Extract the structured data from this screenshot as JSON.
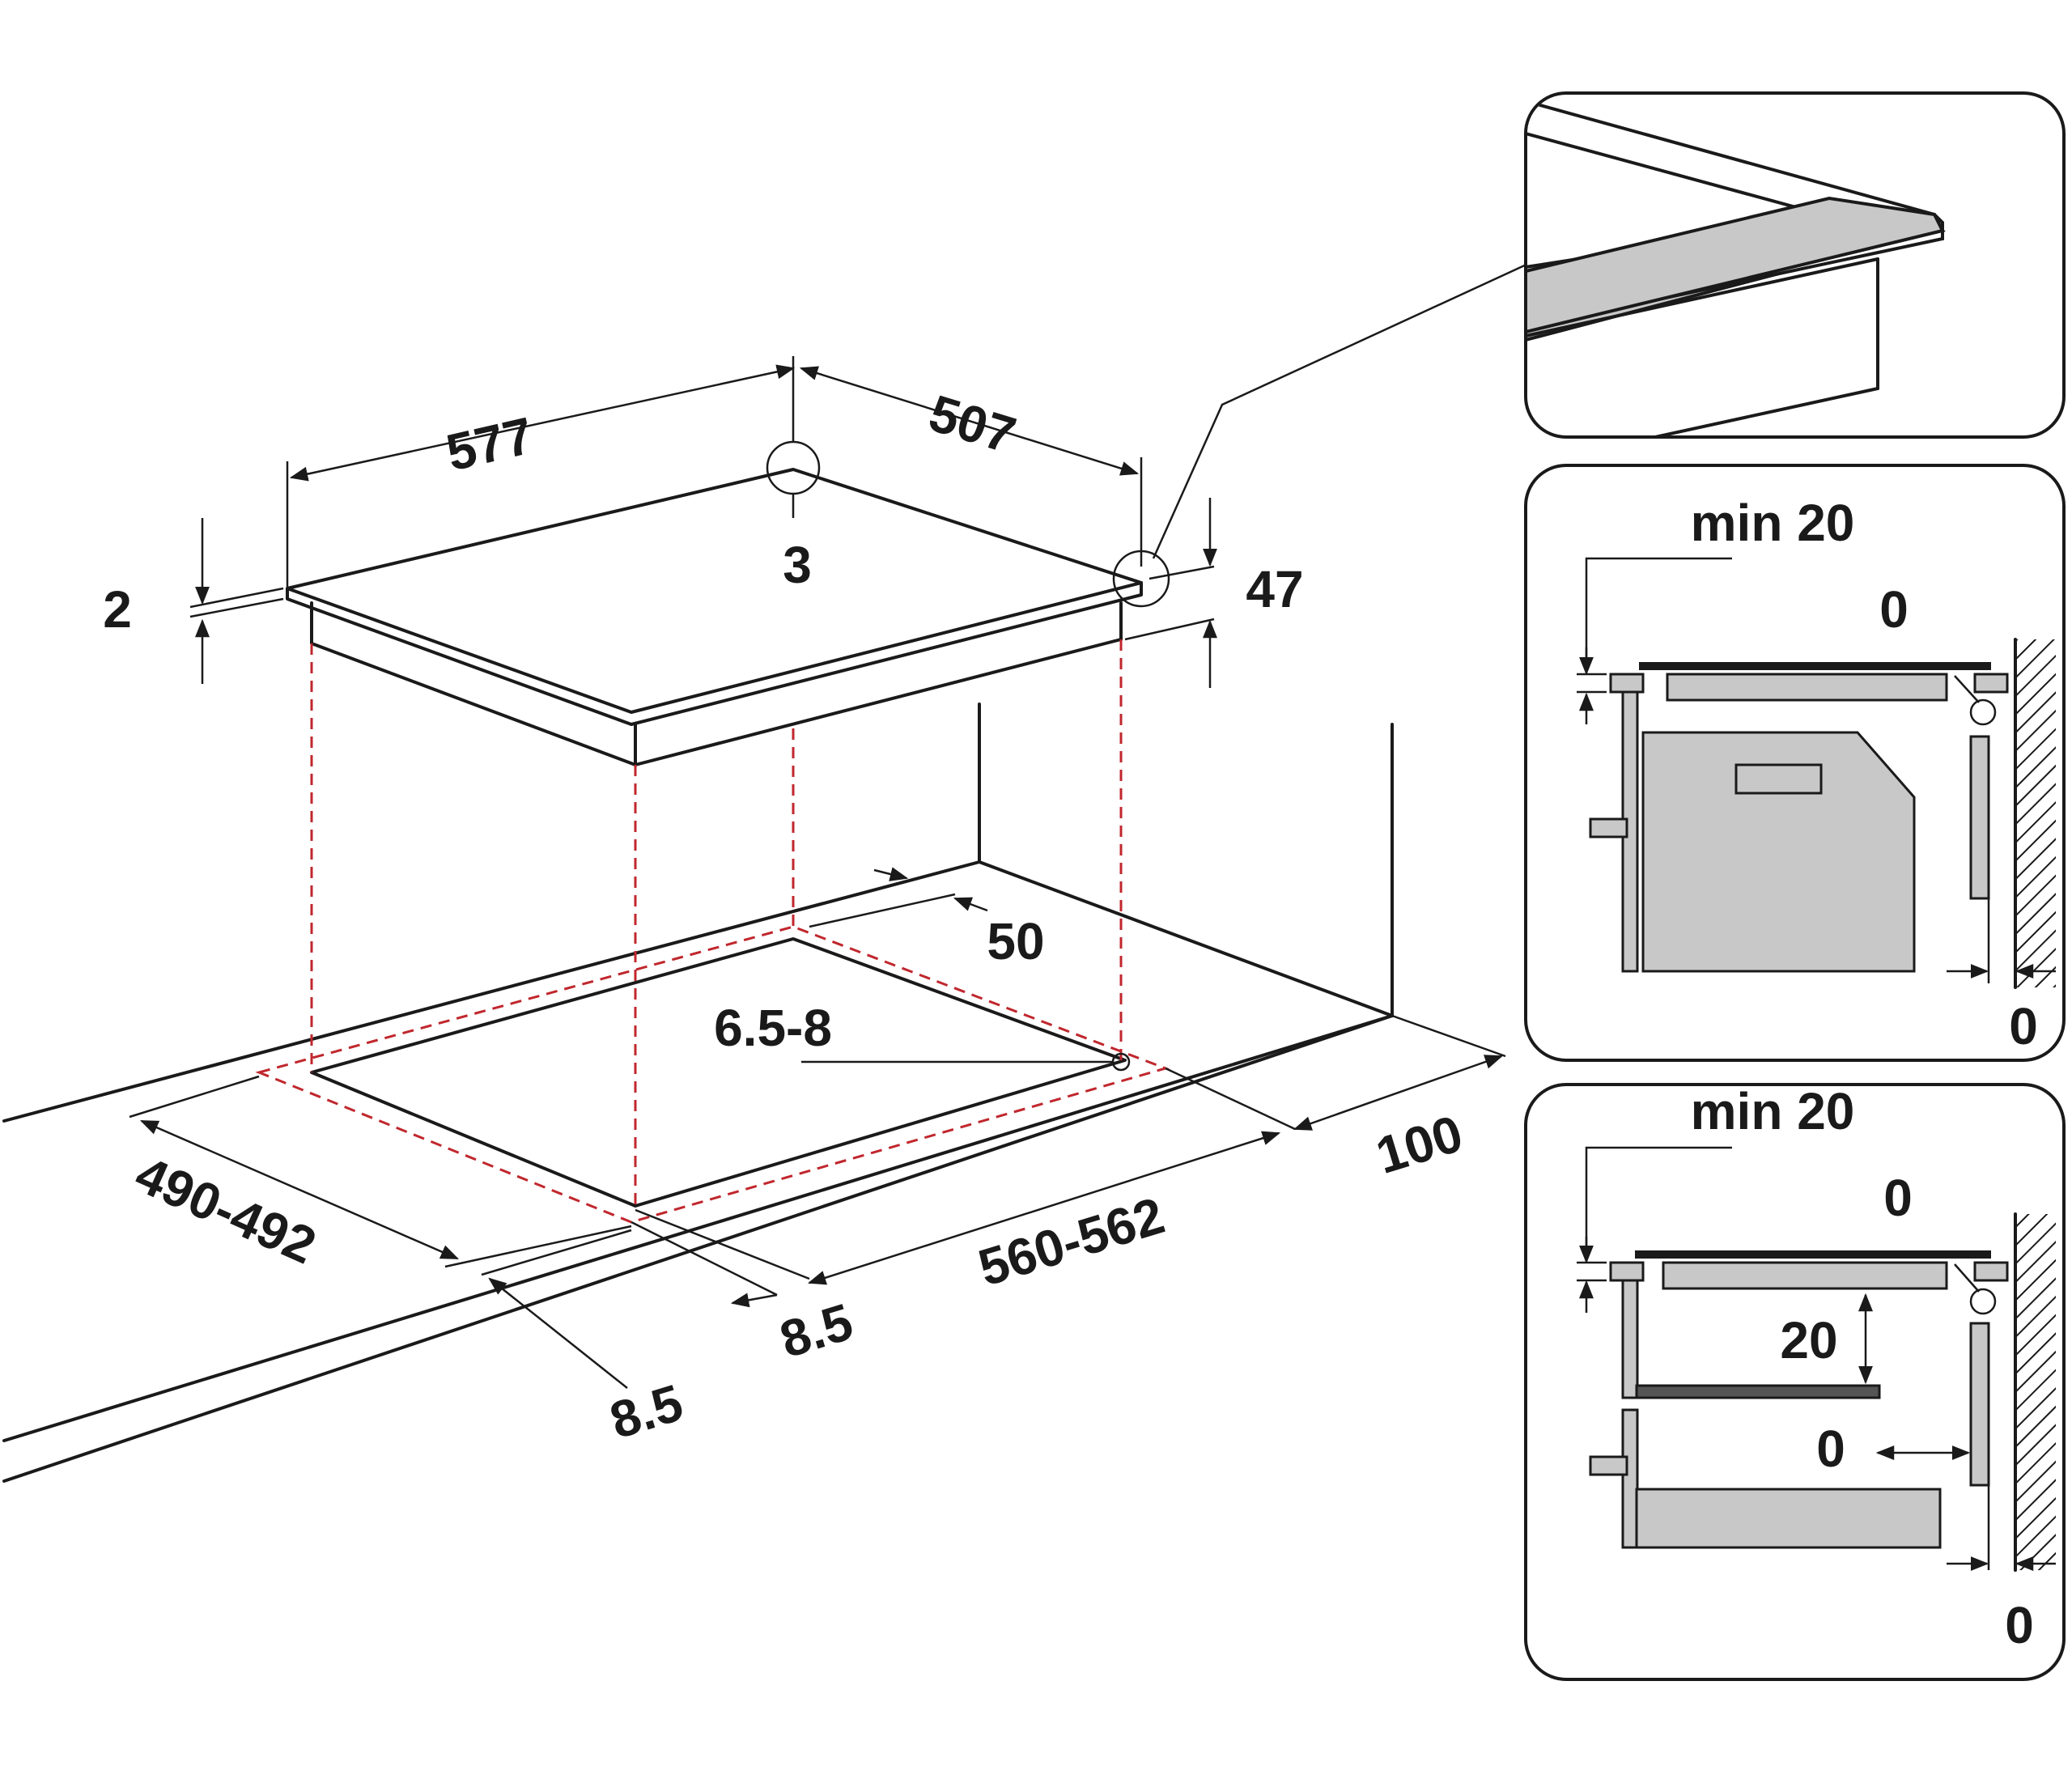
{
  "labels": {
    "width_577": "577",
    "depth_507": "507",
    "corner_3": "3",
    "thickness_2": "2",
    "height_47": "47",
    "offset_50": "50",
    "clip_6_5_8": "6.5-8",
    "margin_100": "100",
    "cutout_depth": "490-492",
    "cutout_width": "560-562",
    "gap_8_5_a": "8.5",
    "gap_8_5_b": "8.5"
  },
  "panel_top": {
    "min_label": "min 20",
    "zero_top": "0",
    "zero_bottom": "0"
  },
  "panel_bottom": {
    "min_label": "min 20",
    "zero_top": "0",
    "shelf_20": "20",
    "zero_mid": "0",
    "zero_bottom": "0"
  },
  "icons": [
    "hob-outline",
    "worktop-cutout",
    "detail-zoom-circle",
    "wall-hatch"
  ]
}
